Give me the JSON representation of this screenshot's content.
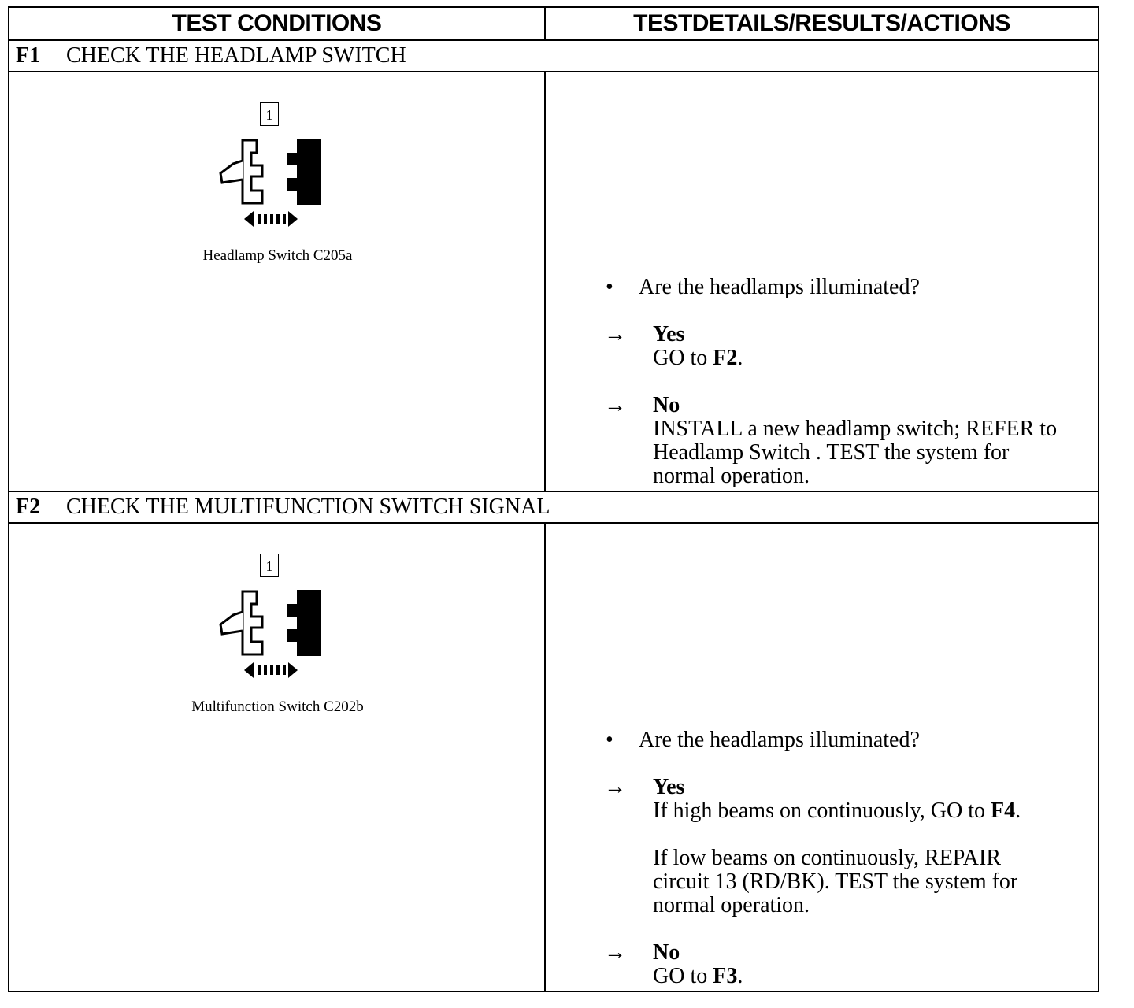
{
  "header": {
    "col1": "TEST CONDITIONS",
    "col2": "TESTDETAILS/RESULTS/ACTIONS"
  },
  "steps": [
    {
      "id": "F1",
      "title": "CHECK THE HEADLAMP SWITCH",
      "pin": "1",
      "connector_label": "Headlamp Switch C205a",
      "question": "Are the headlamps illuminated?",
      "yes": {
        "label": "Yes",
        "action_prefix": "GO to ",
        "action_ref": "F2",
        "action_suffix": "."
      },
      "no": {
        "label": "No",
        "lines": [
          "INSTALL a new headlamp switch; REFER to",
          "Headlamp Switch . TEST the  system for",
          "normal operation."
        ]
      }
    },
    {
      "id": "F2",
      "title": "CHECK THE MULTIFUNCTION SWITCH SIGNAL",
      "pin": "1",
      "connector_label": "Multifunction Switch C202b",
      "question": "Are the headlamps illuminated?",
      "yes": {
        "label": "Yes",
        "line1_prefix": "If high beams on continuously, GO to ",
        "line1_ref": "F4",
        "line1_suffix": ".",
        "para2": [
          "If low beams on continuously, REPAIR",
          "circuit 13 (RD/BK). TEST the system for",
          "normal operation."
        ]
      },
      "no": {
        "label": "No",
        "action_prefix": "GO to ",
        "action_ref": "F3",
        "action_suffix": "."
      }
    }
  ],
  "symbols": {
    "bullet": "•",
    "arrow": "→"
  }
}
